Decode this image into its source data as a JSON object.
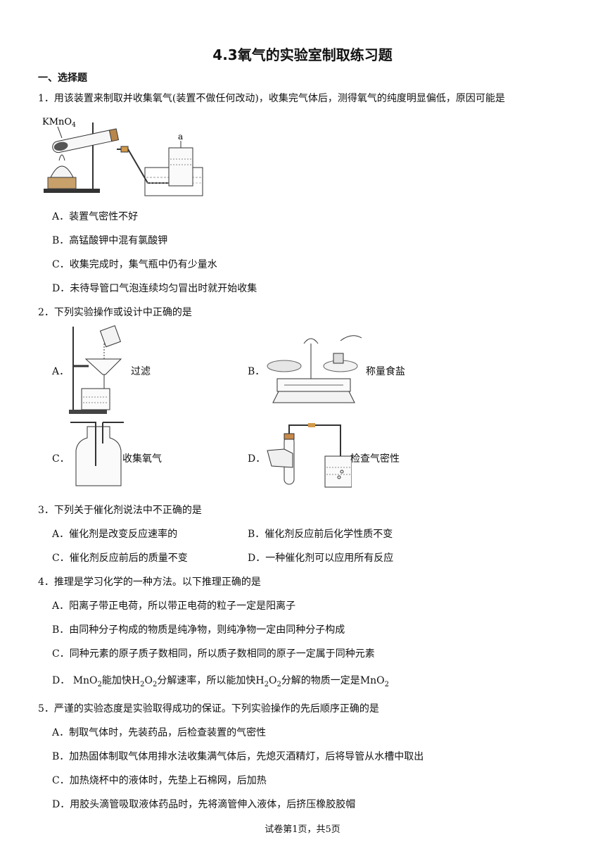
{
  "title": "4.3氧气的实验室制取练习题",
  "section": "一、选择题",
  "q1": {
    "stem": "1．用该装置来制取并收集氧气(装置不做任何改动)，收集完气体后，测得氧气的纯度明显偏低，原因可能是",
    "figure_label_kmno4": "KMnO",
    "figure_label_kmno4_sub": "4",
    "figure_label_a": "a",
    "options": [
      "A．装置气密性不好",
      "B．高锰酸钾中混有氯酸钾",
      "C．收集完成时，集气瓶中仍有少量水",
      "D．未待导管口气泡连续均匀冒出时就开始收集"
    ]
  },
  "q2": {
    "stem": "2．下列实验操作或设计中正确的是",
    "A_letter": "A．",
    "A_text": "过滤",
    "B_letter": "B．",
    "B_text": "称量食盐",
    "C_letter": "C．",
    "C_text": "收集氧气",
    "D_letter": "D．",
    "D_text": "检查气密性"
  },
  "q3": {
    "stem": "3．下列关于催化剂说法中不正确的是",
    "options": [
      "A．催化剂是改变反应速率的",
      "B．催化剂反应前后化学性质不变",
      "C．催化剂反应前后的质量不变",
      "D．一种催化剂可以应用所有反应"
    ]
  },
  "q4": {
    "stem": "4．推理是学习化学的一种方法。以下推理正确的是",
    "options": [
      "A．阳离子带正电荷，所以带正电荷的粒子一定是阳离子",
      "B．由同种分子构成的物质是纯净物，则纯净物一定由同种分子构成",
      "C．同种元素的原子质子数相同，所以质子数相同的原子一定属于同种元素"
    ],
    "D": {
      "letter": "D．",
      "mno2": "MnO",
      "sub2": "2",
      "t1": "能加快",
      "h": "H",
      "o": "O",
      "t2": "分解速率，所以能加快",
      "t3": "分解的物质一定是"
    }
  },
  "q5": {
    "stem": "5．严谨的实验态度是实验取得成功的保证。下列实验操作的先后顺序正确的是",
    "options": [
      "A．制取气体时，先装药品，后检查装置的气密性",
      "B．加热固体制取气体用排水法收集满气体后，先熄灭酒精灯，后将导管从水槽中取出",
      "C．加热烧杯中的液体时，先垫上石棉网，后加热",
      "D．用胶头滴管吸取液体药品时，先将滴管伸入液体，后挤压橡胶胶帽"
    ]
  },
  "footer": "试卷第1页，共5页"
}
